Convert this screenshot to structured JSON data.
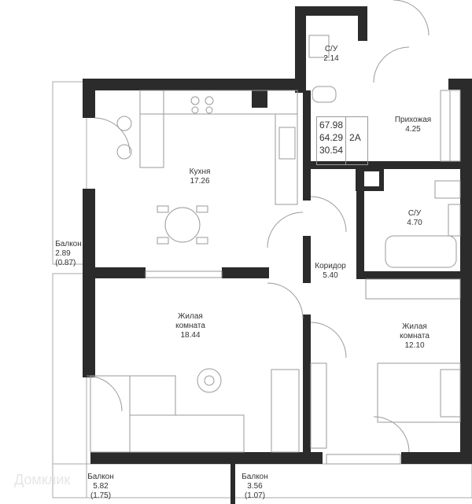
{
  "apartment": {
    "total_area": "67.98",
    "living_area_total": "64.29",
    "living_area": "30.54",
    "type": "2А"
  },
  "rooms": [
    {
      "name": "С/У",
      "area": "2.14"
    },
    {
      "name": "Прихожая",
      "area": "4.25"
    },
    {
      "name": "Кухня",
      "area": "17.26"
    },
    {
      "name": "С/У",
      "area": "4.70"
    },
    {
      "name": "Балкон",
      "area": "2.89",
      "reduced": "(0.87)"
    },
    {
      "name": "Коридор",
      "area": "5.40"
    },
    {
      "name": "Жилая комната",
      "line1": "Жилая",
      "line2": "комната",
      "area": "18.44"
    },
    {
      "name": "Жилая комната",
      "line1": "Жилая",
      "line2": "комната",
      "area": "12.10"
    },
    {
      "name": "Балкон",
      "area": "5.82",
      "reduced": "(1.75)"
    },
    {
      "name": "Балкон",
      "area": "3.56",
      "reduced": "(1.07)"
    }
  ],
  "watermark": "Домклик",
  "colors": {
    "wall": "#2b2b2b",
    "furniture": "#9a9a9a"
  }
}
